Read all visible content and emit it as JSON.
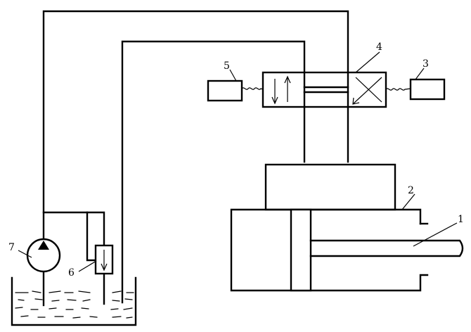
{
  "labels": {
    "cylinder": "1",
    "hydraulic_block": "2",
    "solenoid_right": "3",
    "directional_valve": "4",
    "solenoid_left": "5",
    "check_valve": "6",
    "pump": "7"
  }
}
